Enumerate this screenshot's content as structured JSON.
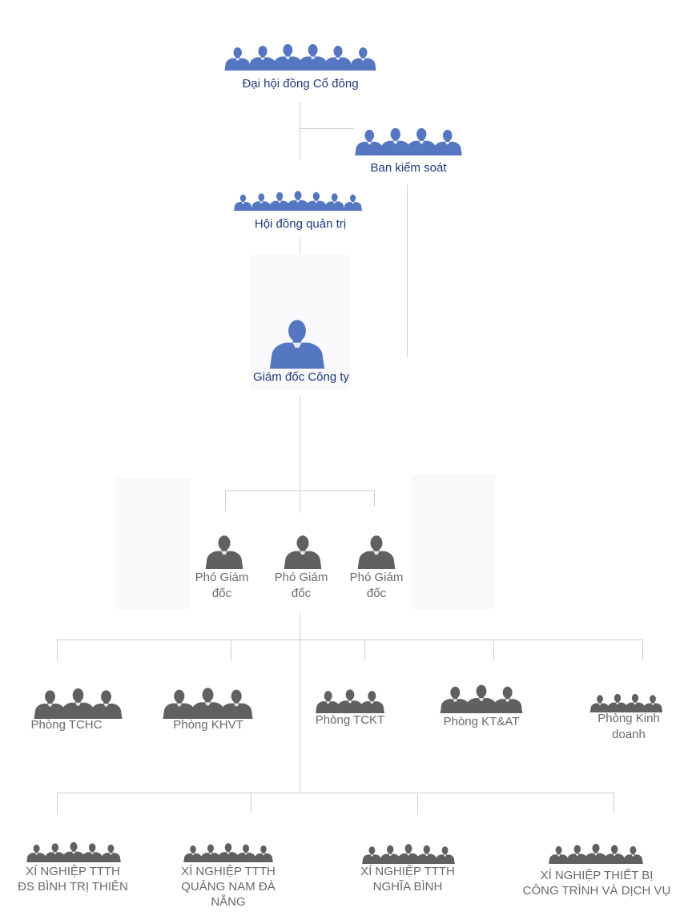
{
  "colors": {
    "management": "#5576c0",
    "staff": "#606060",
    "management_text": "#1f3a7a",
    "staff_text": "#6a6a6a",
    "connector": "#cfcfcf"
  },
  "nodes": {
    "shareholders": {
      "label": "Đại hội đồng Cổ đông",
      "icon": "group-people-icon",
      "count": 6
    },
    "supervisory": {
      "label": "Ban kiểm soát",
      "icon": "group-people-icon",
      "count": 4
    },
    "board": {
      "label": "Hội đồng quản trị",
      "icon": "group-people-icon",
      "count": 7
    },
    "director": {
      "label": "Giám đốc Công ty",
      "icon": "businessman-icon",
      "count": 1
    },
    "deputies": [
      {
        "label_line1": "Phó Giám",
        "label_line2": "đốc",
        "icon": "businessman-icon"
      },
      {
        "label_line1": "Phó Giám",
        "label_line2": "đốc",
        "icon": "businessman-icon"
      },
      {
        "label_line1": "Phó Giám",
        "label_line2": "đốc",
        "icon": "businessman-icon"
      }
    ],
    "departments": [
      {
        "label_line1": "Phòng TCHC",
        "label_line2": "",
        "count": 3
      },
      {
        "label_line1": "Phòng KHVT",
        "label_line2": "",
        "count": 3
      },
      {
        "label_line1": "Phòng TCKT",
        "label_line2": "",
        "count": 3
      },
      {
        "label_line1": "Phòng KT&AT",
        "label_line2": "",
        "count": 3
      },
      {
        "label_line1": "Phòng Kinh",
        "label_line2": "doanh",
        "count": 4
      }
    ],
    "enterprises": [
      {
        "label_line1": "XÍ NGHIỆP TTTH",
        "label_line2": "ĐS BÌNH TRỊ THIÊN",
        "label_line3": "",
        "count": 5
      },
      {
        "label_line1": "XÍ NGHIỆP TTTH",
        "label_line2": "QUẢNG NAM ĐÀ",
        "label_line3": "NẴNG",
        "count": 5
      },
      {
        "label_line1": "XÍ NGHIỆP TTTH",
        "label_line2": "NGHĨA BÌNH",
        "label_line3": "",
        "count": 5
      },
      {
        "label_line1": "XÍ NGHIỆP THIẾT BỊ",
        "label_line2": "CÔNG TRÌNH VÀ DỊCH VỤ",
        "label_line3": "",
        "count": 5
      }
    ]
  }
}
